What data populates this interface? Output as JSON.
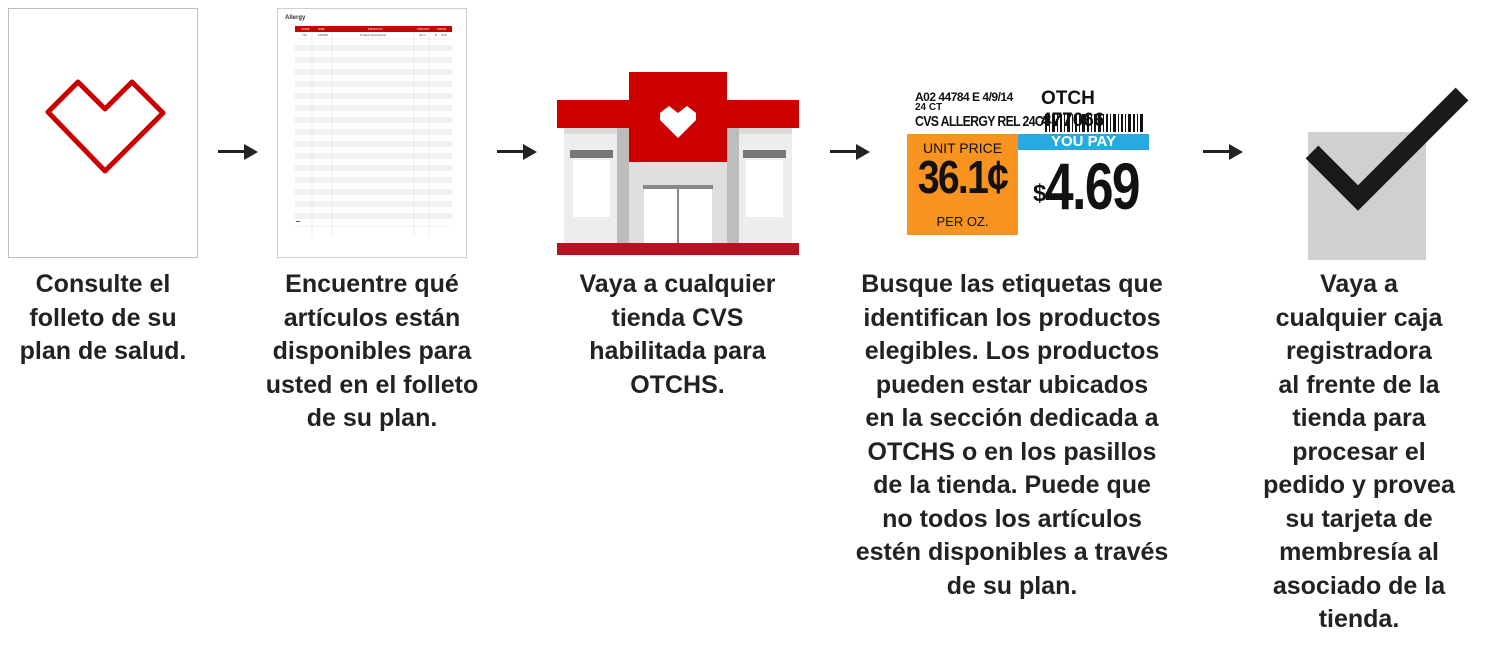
{
  "colors": {
    "cvs_red": "#cc0000",
    "text": "#222222",
    "tag_orange": "#f7931e",
    "tag_cyan": "#27aae1"
  },
  "steps": [
    {
      "icon": "heart-outline-icon",
      "caption": [
        "Consulte el",
        "folleto de su",
        "plan de salud."
      ]
    },
    {
      "icon": "brochure-page-icon",
      "caption": [
        "Encuentre qué",
        "artículos están",
        "disponibles para",
        "usted en el folleto",
        "de su plan."
      ]
    },
    {
      "icon": "cvs-store-icon",
      "caption": [
        "Vaya a cualquier",
        "tienda CVS",
        "habilitada para",
        "OTCHS."
      ]
    },
    {
      "icon": "price-tag-icon",
      "caption": [
        "Busque las etiquetas que",
        "identifican los productos",
        "elegibles. Los productos",
        "pueden estar ubicados",
        "en la sección dedicada a",
        "OTCHS o en los pasillos",
        "de la tienda. Puede que",
        "no todos los artículos",
        "estén disponibles a través",
        "de su plan."
      ]
    },
    {
      "icon": "checkbox-check-icon",
      "caption": [
        "Vaya a",
        "cualquier caja",
        "registradora",
        "al frente de la",
        "tienda para",
        "procesar el",
        "pedido y provea",
        "su tarjeta de",
        "membresía al",
        "asociado de la",
        "tienda."
      ]
    }
  ],
  "brochure": {
    "title": "Allergy",
    "headers": [
      "CODE",
      "SIZE",
      "PRODUCT",
      "AMOUNT",
      "PRICE"
    ],
    "row": [
      "712",
      "123456",
      "Product Description",
      "24 ct",
      "$",
      "0.00"
    ]
  },
  "price_tag": {
    "line1a": "A02 44784 E 4/9/14",
    "line1b": "24 CT",
    "code": "OTCH 477066",
    "product": "CVS ALLERGY REL 24CT",
    "unit_price_label": "UNIT PRICE",
    "unit_price": "36.1¢",
    "per_unit": "PER OZ.",
    "you_pay_label": "YOU PAY",
    "currency": "$",
    "price": "4.69"
  }
}
